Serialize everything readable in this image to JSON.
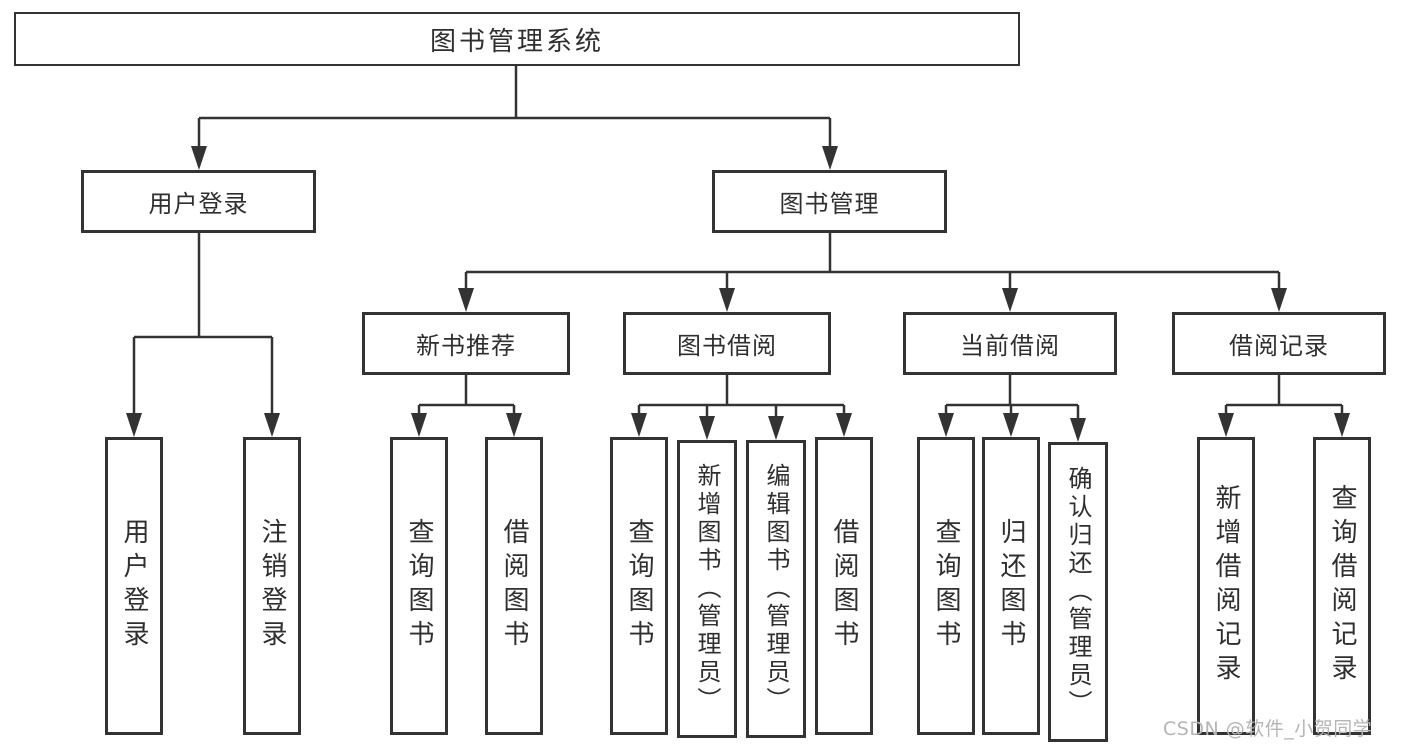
{
  "colors": {
    "line": "#333333",
    "box_background": "#ffffff",
    "text": "#2f2f2f",
    "watermark": "#b5b5b5"
  },
  "tree": {
    "root": "图书管理系统",
    "branches": [
      {
        "label": "用户登录",
        "children": [
          "用户登录",
          "注销登录"
        ]
      },
      {
        "label": "图书管理",
        "groups": [
          {
            "label": "新书推荐",
            "children": [
              "查询图书",
              "借阅图书"
            ]
          },
          {
            "label": "图书借阅",
            "children": [
              "查询图书",
              "新增图书（管理员）",
              "编辑图书（管理员）",
              "借阅图书"
            ]
          },
          {
            "label": "当前借阅",
            "children": [
              "查询图书",
              "归还图书",
              "确认归还（管理员）"
            ]
          },
          {
            "label": "借阅记录",
            "children": [
              "新增借阅记录",
              "查询借阅记录"
            ]
          }
        ]
      }
    ]
  },
  "watermark": {
    "text": "CSDN @软件_小贺同学"
  }
}
